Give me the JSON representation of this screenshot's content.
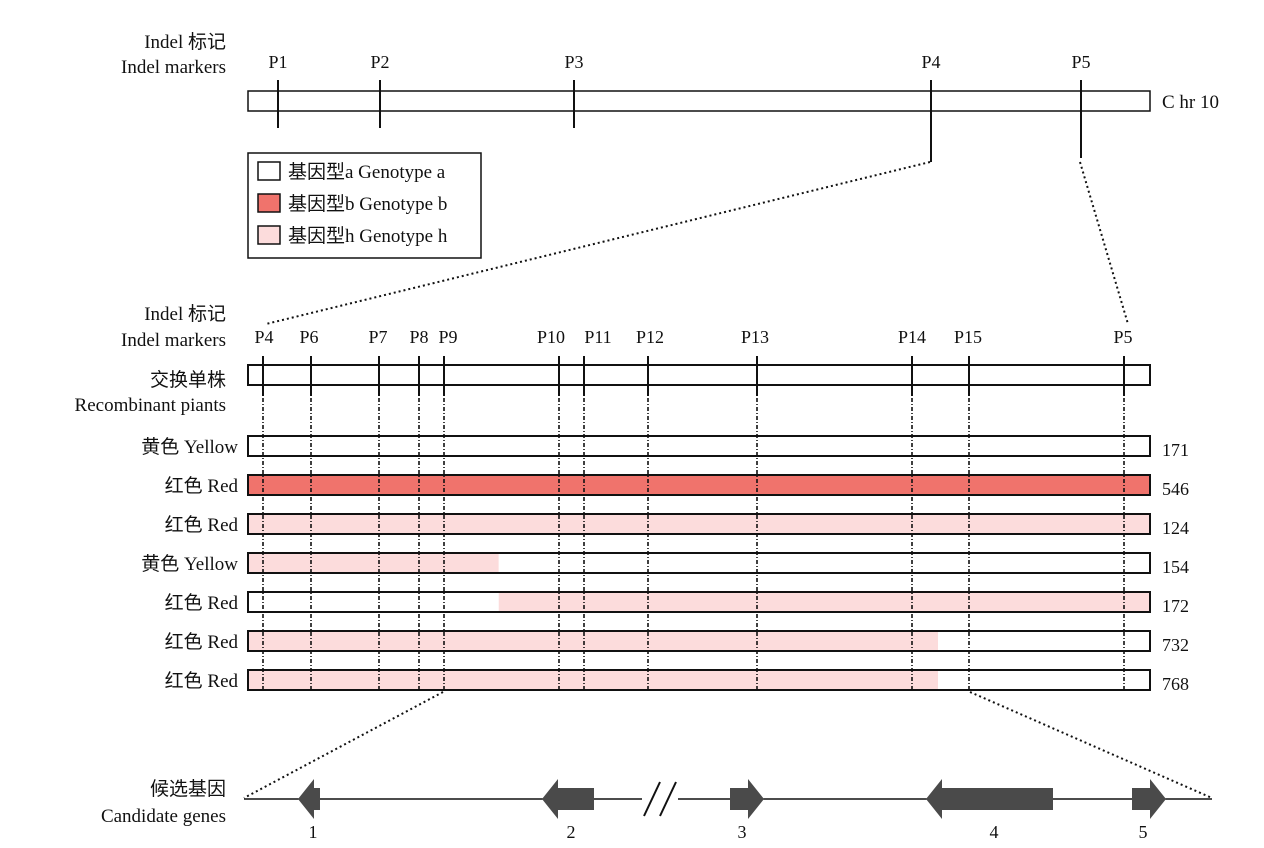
{
  "colors": {
    "genotype_a": "#ffffff",
    "genotype_b": "#f0736c",
    "genotype_h": "#fcdcdc",
    "gene": "#4a4a4a",
    "line": "#111111"
  },
  "top_section": {
    "label_cn": "Indel 标记",
    "label_en": "Indel markers",
    "markers": [
      "P1",
      "P2",
      "P3",
      "P4",
      "P5"
    ],
    "chromosome_label": "C hr 10"
  },
  "legend": [
    {
      "label": "基因型a Genotype a",
      "genotype": "a"
    },
    {
      "label": "基因型b Genotype b",
      "genotype": "b"
    },
    {
      "label": "基因型h Genotype h",
      "genotype": "h"
    }
  ],
  "detail_section": {
    "label_cn": "Indel 标记",
    "label_en": "Indel markers",
    "markers": [
      "P4",
      "P6",
      "P7",
      "P8",
      "P9",
      "P10",
      "P11",
      "P12",
      "P13",
      "P14",
      "P15",
      "P5"
    ],
    "recombinant_cn": "交换单株",
    "recombinant_en": "Recombinant piants"
  },
  "plants": [
    {
      "phenotype": "黄色 Yellow",
      "id": "171",
      "segments": [
        {
          "genotype": "a",
          "from": 0,
          "to": 1
        }
      ]
    },
    {
      "phenotype": "红色 Red",
      "id": "546",
      "segments": [
        {
          "genotype": "b",
          "from": 0,
          "to": 1
        }
      ]
    },
    {
      "phenotype": "红色 Red",
      "id": "124",
      "segments": [
        {
          "genotype": "h",
          "from": 0,
          "to": 1
        }
      ]
    },
    {
      "phenotype": "黄色 Yellow",
      "id": "154",
      "segments": [
        {
          "genotype": "h",
          "from": 0,
          "to": 0.278
        },
        {
          "genotype": "a",
          "from": 0.278,
          "to": 1
        }
      ]
    },
    {
      "phenotype": "红色 Red",
      "id": "172",
      "segments": [
        {
          "genotype": "a",
          "from": 0,
          "to": 0.278
        },
        {
          "genotype": "h",
          "from": 0.278,
          "to": 1
        }
      ]
    },
    {
      "phenotype": "红色 Red",
      "id": "732",
      "segments": [
        {
          "genotype": "h",
          "from": 0,
          "to": 0.765
        },
        {
          "genotype": "a",
          "from": 0.765,
          "to": 1
        }
      ]
    },
    {
      "phenotype": "红色 Red",
      "id": "768",
      "segments": [
        {
          "genotype": "h",
          "from": 0,
          "to": 0.765
        },
        {
          "genotype": "a",
          "from": 0.765,
          "to": 1
        }
      ]
    }
  ],
  "candidate_section": {
    "label_cn": "候选基因",
    "label_en": "Candidate genes",
    "genes": [
      {
        "number": "1",
        "direction": "left"
      },
      {
        "number": "2",
        "direction": "left"
      },
      {
        "number": "3",
        "direction": "right"
      },
      {
        "number": "4",
        "direction": "left"
      },
      {
        "number": "5",
        "direction": "right"
      }
    ]
  }
}
